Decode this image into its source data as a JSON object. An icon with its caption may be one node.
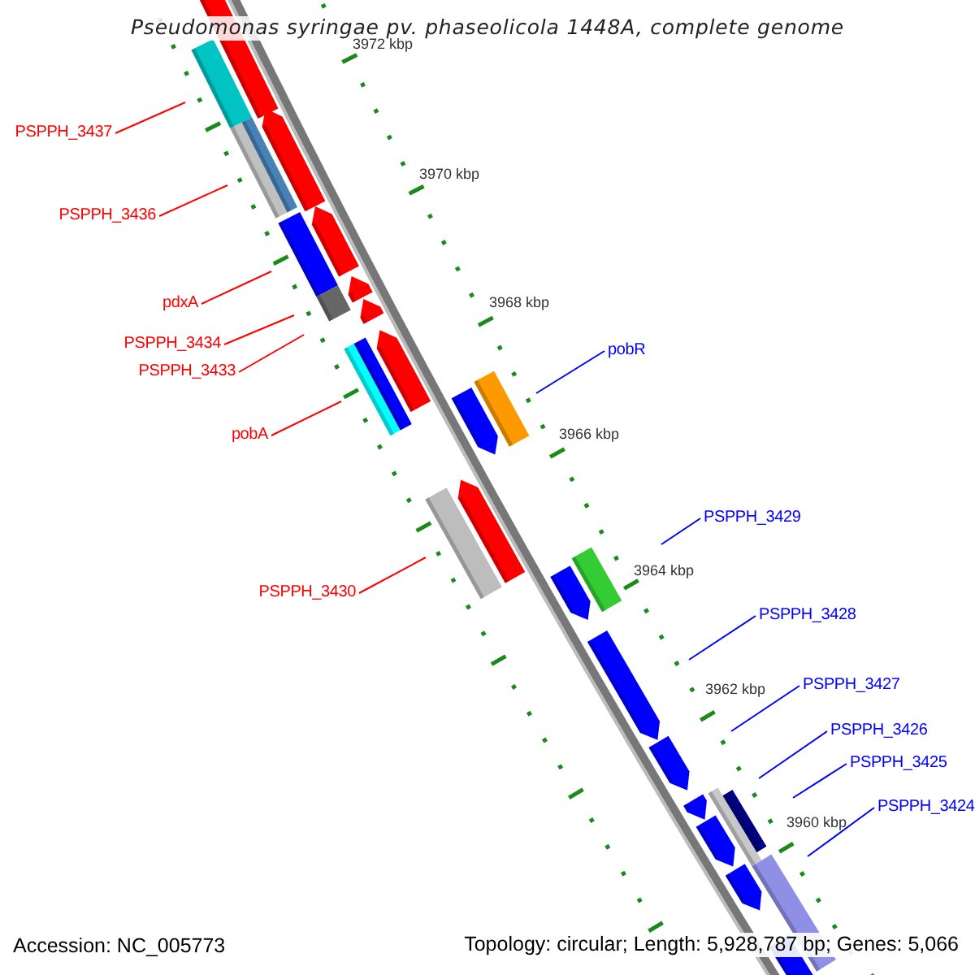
{
  "diagram": {
    "title": "Pseudomonas syringae pv. phaseolicola 1448A, complete genome",
    "nodes": [
      {
        "text": [
          "PSPPH_3437"
        ]
      },
      {
        "text": [
          "PSPPH_3436"
        ]
      },
      {
        "text": [
          "pdxA"
        ]
      },
      {
        "text": [
          "PSPPH_3434"
        ]
      },
      {
        "text": [
          "pobR"
        ]
      },
      {
        "text": [
          "PSPPH_3433"
        ]
      },
      {
        "text": [
          "pobA"
        ]
      },
      {
        "text": [
          "PSPPH_3429"
        ]
      },
      {
        "text": [
          "PSPPH_3430"
        ]
      },
      {
        "text": [
          "PSPPH_3428"
        ]
      },
      {
        "text": [
          "PSPPH_3427"
        ]
      },
      {
        "text": [
          "PSPPH_3426"
        ]
      },
      {
        "text": [
          "PSPPH_3425"
        ]
      },
      {
        "text": [
          "PSPPH_3424"
        ]
      }
    ],
    "edges": [
      {
        "from": 0,
        "to": null,
        "arrow": "none",
        "color": "#ff0000"
      },
      {
        "from": 1,
        "to": null,
        "arrow": "none",
        "color": "#ff0000"
      },
      {
        "from": 2,
        "to": null,
        "arrow": "none",
        "color": "#ff0000"
      },
      {
        "from": 3,
        "to": null,
        "arrow": "none",
        "color": "#ff0000"
      },
      {
        "from": 4,
        "to": null,
        "arrow": "none",
        "color": "#0000ff"
      },
      {
        "from": 5,
        "to": null,
        "arrow": "none",
        "color": "#ff0000"
      },
      {
        "from": 6,
        "to": null,
        "arrow": "none",
        "color": "#ff0000"
      },
      {
        "from": 7,
        "to": null,
        "arrow": "none",
        "color": "#0000ff"
      },
      {
        "from": 8,
        "to": null,
        "arrow": "none",
        "color": "#ff0000"
      },
      {
        "from": 9,
        "to": null,
        "arrow": "none",
        "color": "#0000ff"
      },
      {
        "from": 10,
        "to": null,
        "arrow": "none",
        "color": "#0000ff"
      },
      {
        "from": 11,
        "to": null,
        "arrow": "none",
        "color": "#0000ff"
      },
      {
        "from": 12,
        "to": null,
        "arrow": "none",
        "color": "#0000ff"
      },
      {
        "from": 13,
        "to": null,
        "arrow": "none",
        "color": "#0000ff"
      }
    ],
    "labels": [
      "3972 kbp",
      "3970 kbp",
      "3968 kbp",
      "3966 kbp",
      "3964 kbp",
      "3962 kbp",
      "3960 kbp",
      "Accession: NC_005773",
      "Topology: circular; Length: 5,928,787 bp; Genes: 5,066"
    ]
  }
}
